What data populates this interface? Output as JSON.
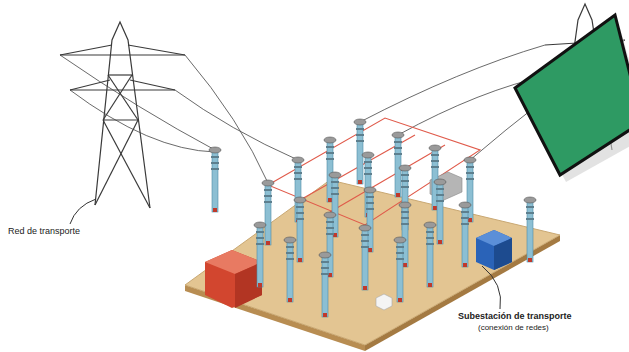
{
  "diagram": {
    "labels": [
      "Red de transporte",
      "Subestación de transporte",
      "(conexión de redes)"
    ]
  }
}
